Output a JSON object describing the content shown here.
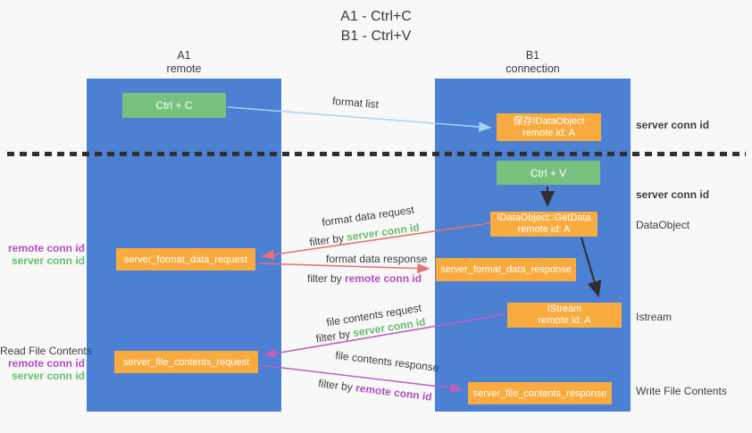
{
  "title": {
    "line1": "A1 - Ctrl+C",
    "line2": "B1 - Ctrl+V"
  },
  "lanes": {
    "left": {
      "name": "A1",
      "role": "remote"
    },
    "right": {
      "name": "B1",
      "role": "connection"
    }
  },
  "boxes": {
    "ctrl_c": "Ctrl + C",
    "ctrl_v": "Ctrl + V",
    "save_idataobject_line1": "保存IDataObject",
    "save_idataobject_line2": "remote id: A",
    "getdata_line1": "IDataObject::GetData",
    "getdata_line2": "remote id: A",
    "istream_line1": "IStream",
    "istream_line2": "remote id: A",
    "server_format_data_request": "server_format_data_request",
    "server_format_data_response": "server_format_data_response",
    "server_file_contents_request": "server_file_contents_request",
    "server_file_contents_response": "server_file_contents_response"
  },
  "labels": {
    "format_list": "format list",
    "format_data_request": "format data request",
    "format_data_response": "format data response",
    "file_contents_request": "file contents request",
    "file_contents_response": "file contents response",
    "filter_by": "filter by",
    "server_conn_id": "server conn id",
    "remote_conn_id": "remote conn id",
    "read_file_contents": "Read File Contents",
    "write_file_contents": "Write File Contents",
    "dataobject": "DataObject",
    "istream": "Istream"
  },
  "colors": {
    "background": "#f8f8f8",
    "lane_blue": "#4b80d3",
    "box_orange": "#f9ab40",
    "box_green": "#79c17e",
    "label_green": "#67bd6b",
    "label_purple": "#b04fc0",
    "arrow_blue": "#a9d2ee",
    "arrow_red": "#e8736d",
    "arrow_magenta": "#bf5fc0",
    "arrow_black": "#2f2f2f",
    "divider": "#303030"
  }
}
